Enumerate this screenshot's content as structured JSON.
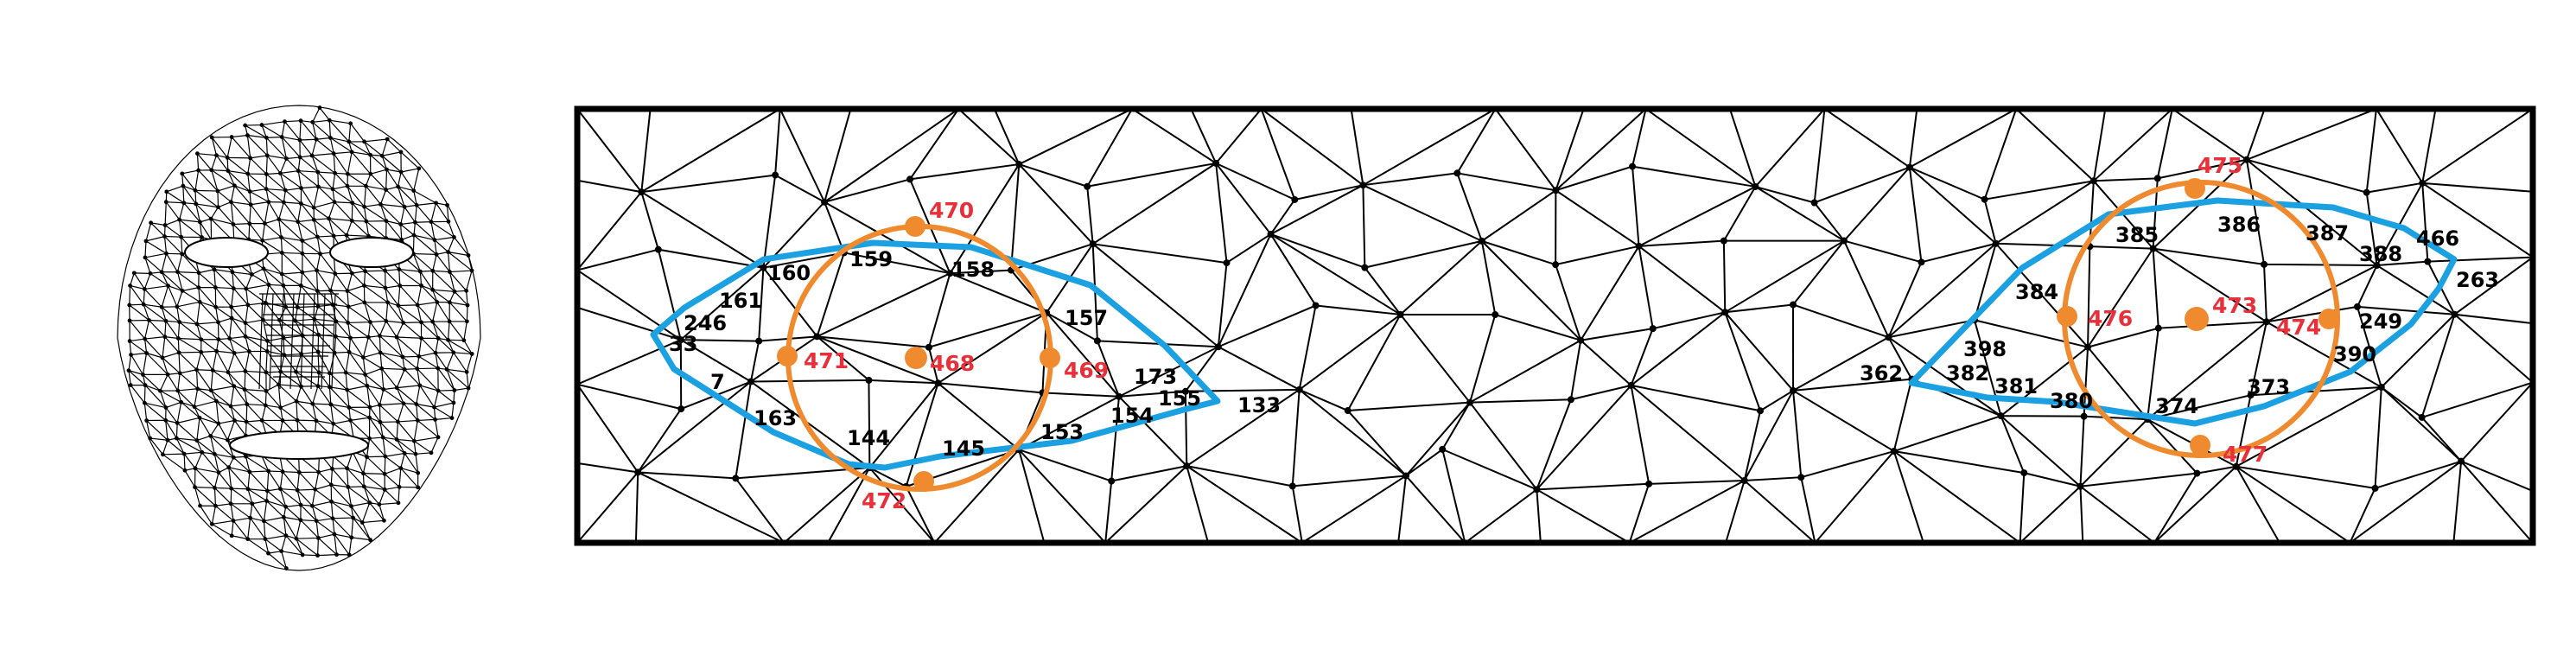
{
  "colors": {
    "eye_contour": "#1ba1e2",
    "iris": "#f08a2e",
    "iris_label": "#e8303a",
    "mesh": "#000000"
  },
  "panels": {
    "face_thumbnail": {
      "icon": "face-mesh-wireframe-icon"
    },
    "eye_crop": {
      "icon": "eye-region-mesh"
    }
  },
  "left_eye": {
    "contour_labels": [
      "160",
      "246",
      "161",
      "33",
      "7",
      "163",
      "144",
      "145",
      "153",
      "154",
      "155",
      "133",
      "173",
      "157",
      "158",
      "159"
    ],
    "iris_labels": [
      "470",
      "471",
      "468",
      "469",
      "472"
    ]
  },
  "right_eye": {
    "contour_labels": [
      "385",
      "386",
      "387",
      "388",
      "466",
      "263",
      "249",
      "390",
      "373",
      "374",
      "380",
      "381",
      "382",
      "362",
      "398",
      "384"
    ],
    "iris_labels": [
      "475",
      "476",
      "473",
      "474",
      "477"
    ]
  }
}
